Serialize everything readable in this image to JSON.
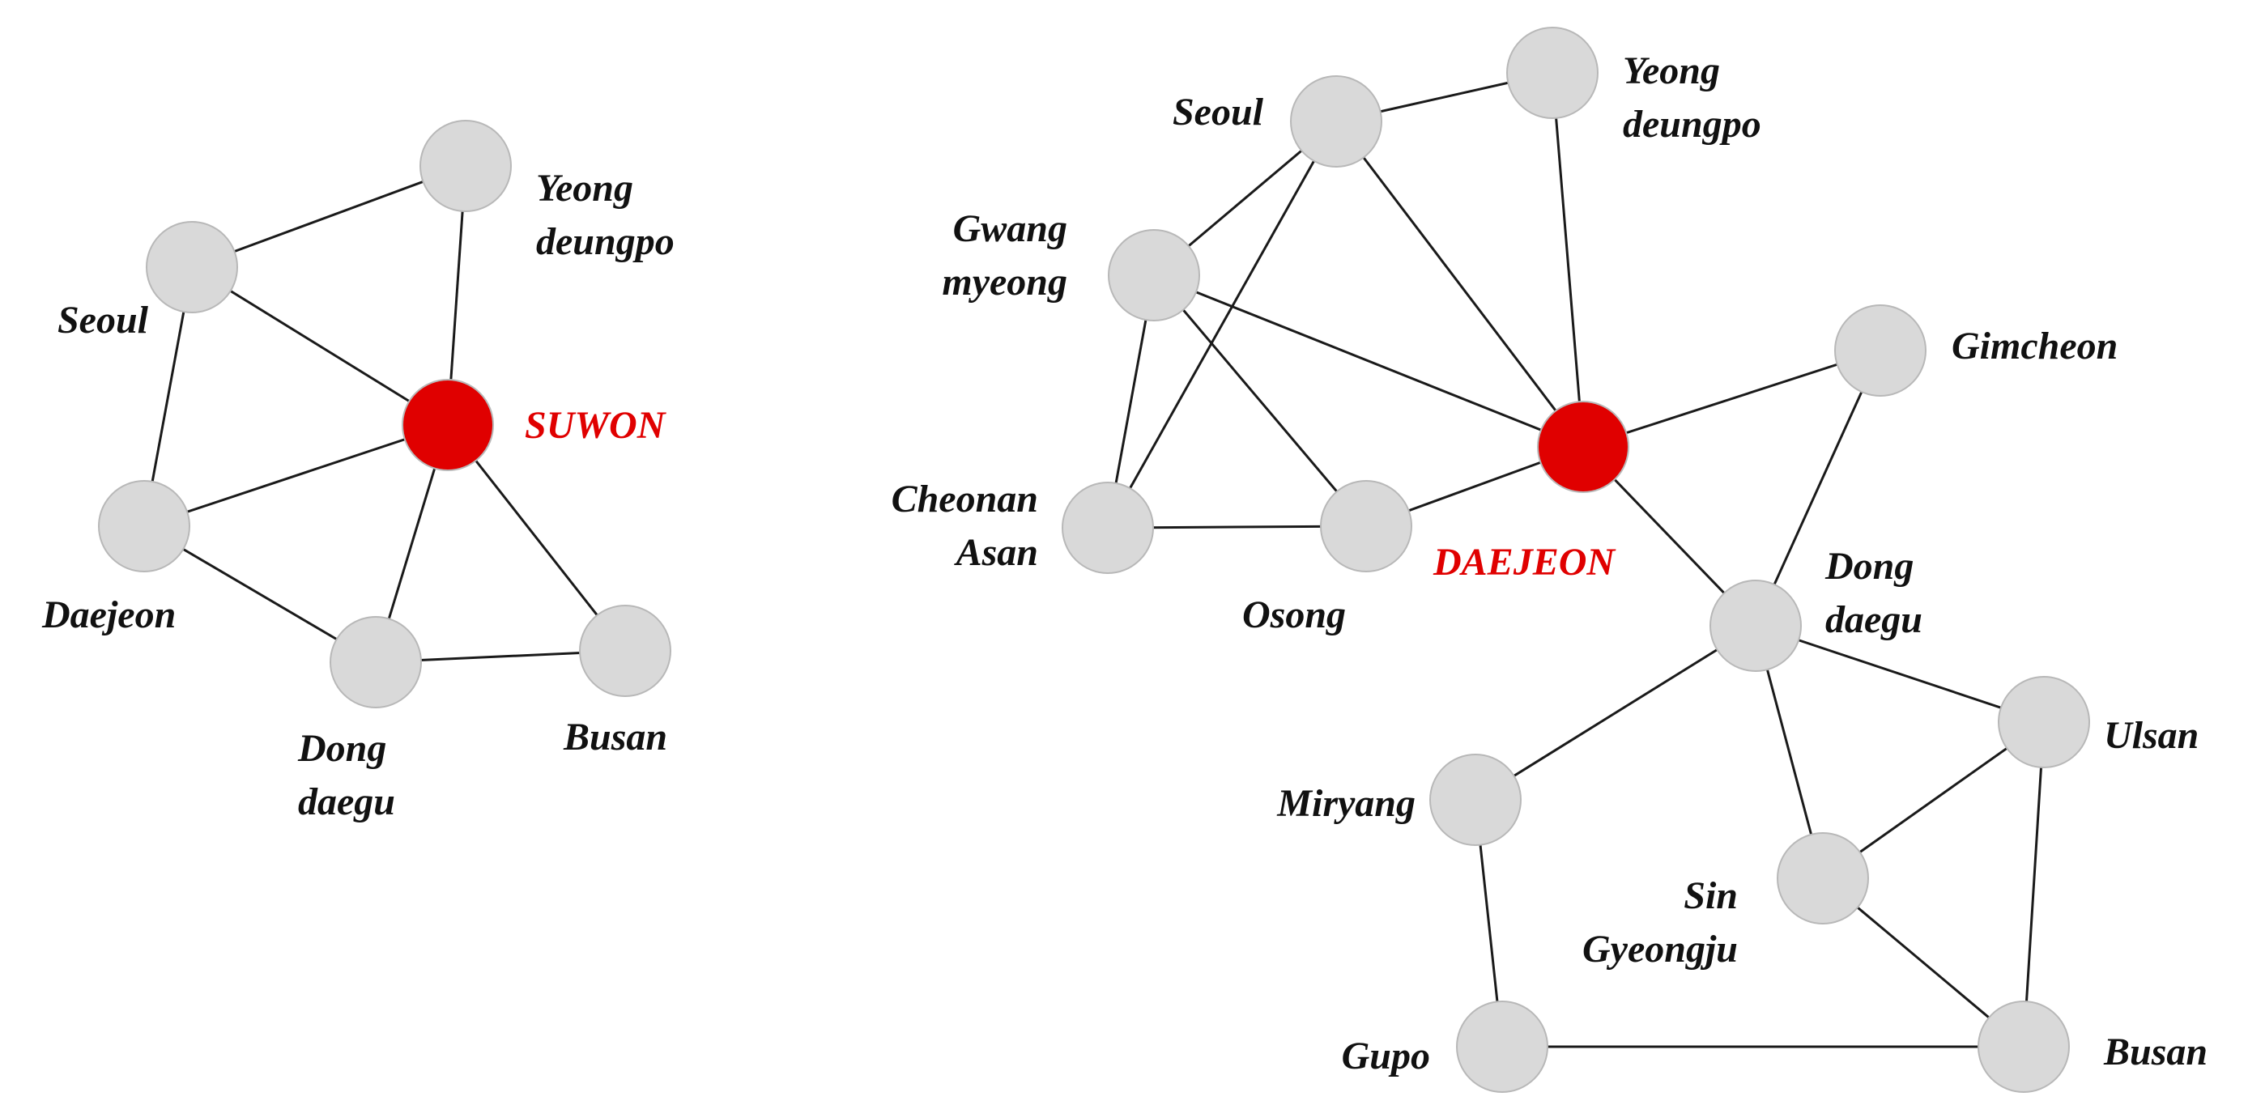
{
  "colors": {
    "hub": "#e00000",
    "node": "#d9d9d9",
    "edge": "#1a1a1a",
    "label": "#111111"
  },
  "diagrams": [
    {
      "id": "suwon-network",
      "hub": "suwon",
      "nodes": [
        {
          "id": "suwon",
          "lines": [
            "SUWON"
          ]
        },
        {
          "id": "seoul",
          "lines": [
            "Seoul"
          ]
        },
        {
          "id": "yeongdeungpo",
          "lines": [
            "Yeong",
            "deungpo"
          ]
        },
        {
          "id": "daejeon",
          "lines": [
            "Daejeon"
          ]
        },
        {
          "id": "dongdaegu",
          "lines": [
            "Dong",
            "daegu"
          ]
        },
        {
          "id": "busan",
          "lines": [
            "Busan"
          ]
        }
      ],
      "edges": [
        [
          "seoul",
          "yeongdeungpo"
        ],
        [
          "seoul",
          "suwon"
        ],
        [
          "yeongdeungpo",
          "suwon"
        ],
        [
          "seoul",
          "daejeon"
        ],
        [
          "daejeon",
          "suwon"
        ],
        [
          "daejeon",
          "dongdaegu"
        ],
        [
          "dongdaegu",
          "suwon"
        ],
        [
          "suwon",
          "busan"
        ],
        [
          "dongdaegu",
          "busan"
        ]
      ]
    },
    {
      "id": "daejeon-network",
      "hub": "daejeon",
      "nodes": [
        {
          "id": "daejeon",
          "lines": [
            "DAEJEON"
          ]
        },
        {
          "id": "seoul",
          "lines": [
            "Seoul"
          ]
        },
        {
          "id": "yeongdeungpo",
          "lines": [
            "Yeong",
            "deungpo"
          ]
        },
        {
          "id": "gwangmyeong",
          "lines": [
            "Gwang",
            "myeong"
          ]
        },
        {
          "id": "gimcheon",
          "lines": [
            "Gimcheon"
          ]
        },
        {
          "id": "cheonanasan",
          "lines": [
            "Cheonan",
            "Asan"
          ]
        },
        {
          "id": "osong",
          "lines": [
            "Osong"
          ]
        },
        {
          "id": "dongdaegu",
          "lines": [
            "Dong",
            "daegu"
          ]
        },
        {
          "id": "ulsan",
          "lines": [
            "Ulsan"
          ]
        },
        {
          "id": "miryang",
          "lines": [
            "Miryang"
          ]
        },
        {
          "id": "singyeongju",
          "lines": [
            "Sin",
            "Gyeongju"
          ]
        },
        {
          "id": "gupo",
          "lines": [
            "Gupo"
          ]
        },
        {
          "id": "busan",
          "lines": [
            "Busan"
          ]
        }
      ],
      "edges": [
        [
          "seoul",
          "yeongdeungpo"
        ],
        [
          "seoul",
          "gwangmyeong"
        ],
        [
          "seoul",
          "cheonanasan"
        ],
        [
          "seoul",
          "daejeon"
        ],
        [
          "yeongdeungpo",
          "daejeon"
        ],
        [
          "gwangmyeong",
          "daejeon"
        ],
        [
          "gwangmyeong",
          "cheonanasan"
        ],
        [
          "gwangmyeong",
          "osong"
        ],
        [
          "cheonanasan",
          "osong"
        ],
        [
          "osong",
          "daejeon"
        ],
        [
          "daejeon",
          "gimcheon"
        ],
        [
          "daejeon",
          "dongdaegu"
        ],
        [
          "gimcheon",
          "dongdaegu"
        ],
        [
          "dongdaegu",
          "miryang"
        ],
        [
          "dongdaegu",
          "ulsan"
        ],
        [
          "dongdaegu",
          "singyeongju"
        ],
        [
          "ulsan",
          "singyeongju"
        ],
        [
          "ulsan",
          "busan"
        ],
        [
          "singyeongju",
          "busan"
        ],
        [
          "miryang",
          "gupo"
        ],
        [
          "gupo",
          "busan"
        ]
      ]
    }
  ]
}
